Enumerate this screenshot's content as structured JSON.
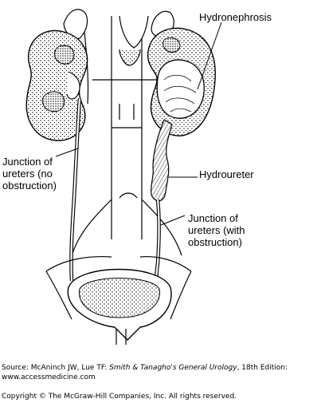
{
  "labels": {
    "hydronephrosis": "Hydronephrosis",
    "junction_no_obstruction": "Junction of\nureters (no\nobstruction)",
    "hydroureter": "Hydroureter",
    "junction_with_obstruction": "Junction of\nureters (with\nobstruction)"
  },
  "footer": {
    "source_prefix": "Source: McAninch JW, Lue TF: ",
    "source_title": "Smith & Tanagho's General Urology",
    "source_suffix": ", 18th Edition:",
    "url": "www.accessmedicine.com",
    "copyright": "Copyright © The McGraw-Hill Companies, Inc. All rights reserved."
  }
}
